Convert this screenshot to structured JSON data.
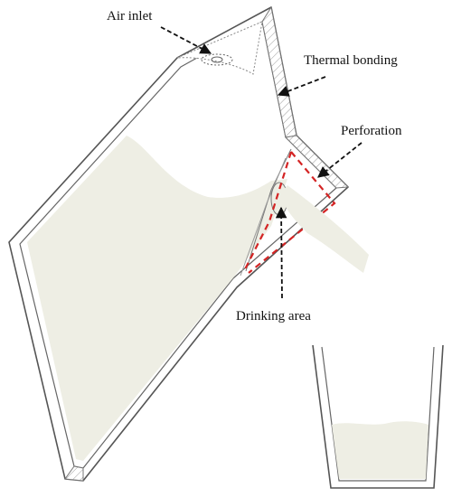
{
  "labels": {
    "air_inlet": "Air inlet",
    "thermal_bonding": "Thermal bonding",
    "perforation": "Perforation",
    "drinking_area": "Drinking area"
  },
  "colors": {
    "liquid": "#eeeee4",
    "outline": "#555555",
    "perforation": "#d42424",
    "arrow": "#111111",
    "hatch": "#9a9a9a"
  }
}
